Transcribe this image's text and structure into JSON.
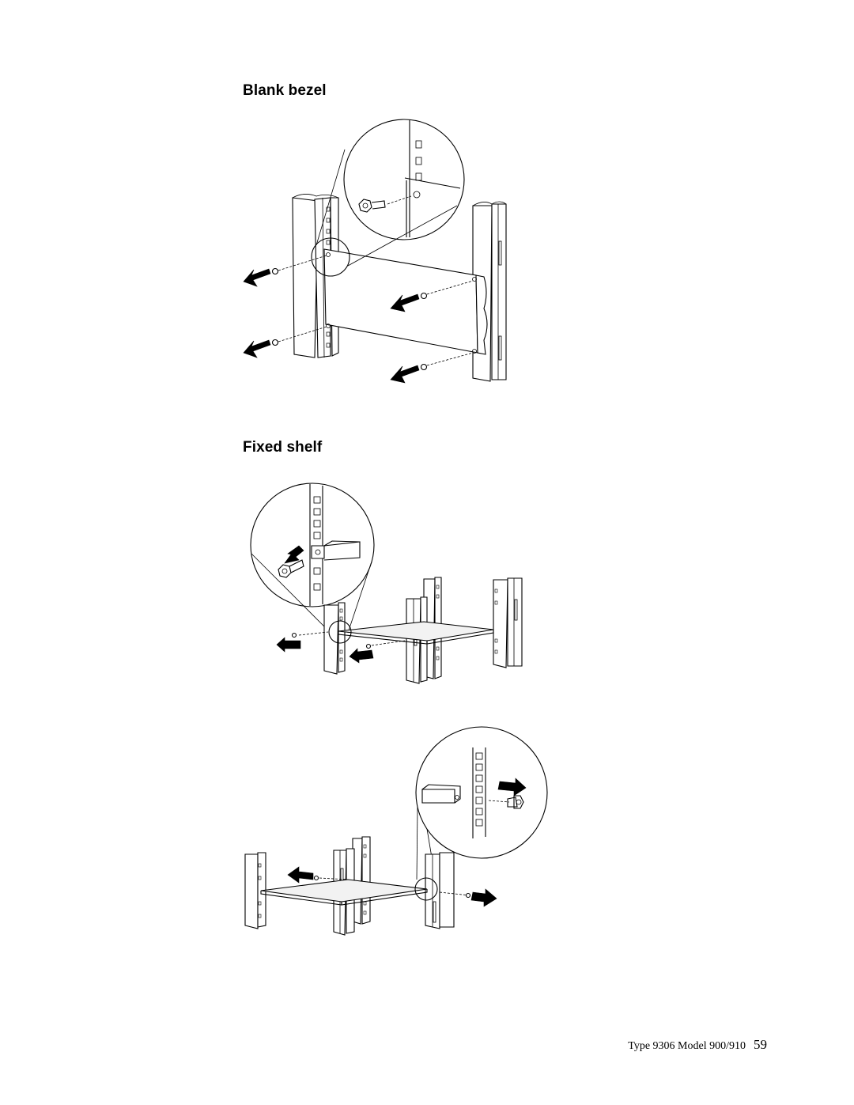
{
  "sections": [
    {
      "title": "Blank bezel",
      "figure": "blank-bezel-removal-illustration"
    },
    {
      "title": "Fixed shelf",
      "figure": "fixed-shelf-removal-illustration"
    }
  ],
  "footer": {
    "product": "Type 9306 Model 900/910",
    "page_number": "59"
  }
}
